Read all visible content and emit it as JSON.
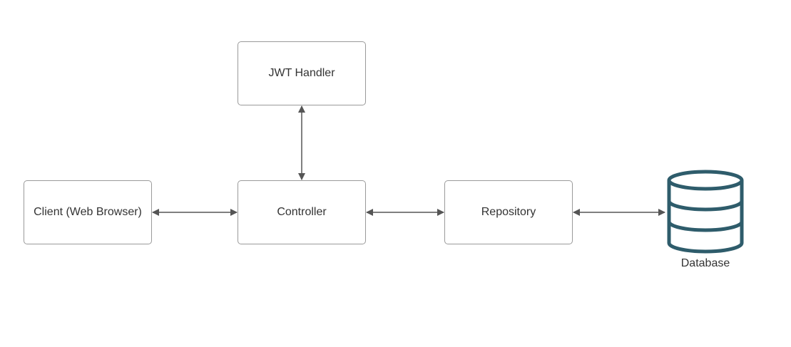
{
  "nodes": {
    "jwt_handler": "JWT Handler",
    "client": "Client (Web Browser)",
    "controller": "Controller",
    "repository": "Repository",
    "database": "Database"
  },
  "colors": {
    "connector": "#555555",
    "box_border": "#9a9a9a",
    "database_stroke": "#2e5c6b",
    "text": "#333333"
  },
  "icons": {
    "database": "database-icon"
  },
  "edges": [
    {
      "from": "client",
      "to": "controller",
      "direction": "both"
    },
    {
      "from": "controller",
      "to": "jwt_handler",
      "direction": "both"
    },
    {
      "from": "controller",
      "to": "repository",
      "direction": "both"
    },
    {
      "from": "repository",
      "to": "database",
      "direction": "both"
    }
  ]
}
